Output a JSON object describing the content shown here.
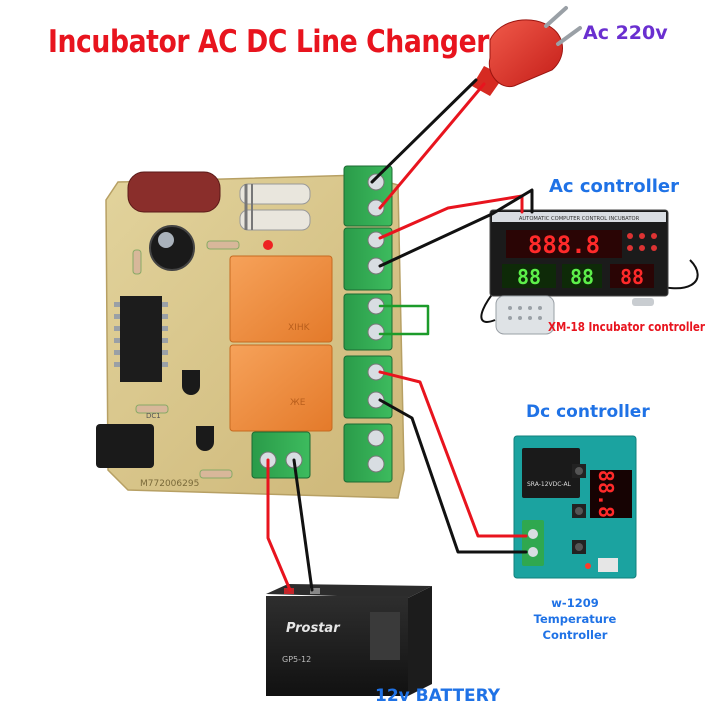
{
  "labels": {
    "title": "Incubator AC DC Line Changer",
    "ac_input": "Ac 220v",
    "ac_controller": "Ac controller",
    "ac_controller_model": "XM-18 Incubator controller",
    "dc_controller": "Dc controller",
    "dc_controller_model": "w-1209 Temperature Controller",
    "battery": "12v BATTERY"
  },
  "board": {
    "relay_mark_1": "XIHK",
    "relay_mark_2": "ЖЕ",
    "silk_code": "M772006295",
    "dc_jack": "DC1"
  },
  "xm18": {
    "header": "AUTOMATIC COMPUTER CONTROL INCUBATOR",
    "top_display": "888.8",
    "left_display": "88",
    "mid_display": "88",
    "right_display": "88"
  },
  "w1209": {
    "relay_text": "SRA-12VDC-AL",
    "display": "88.8"
  },
  "battery_print": {
    "brand": "Prostar",
    "model": "GP5-12"
  },
  "colors": {
    "title": "#e8141e",
    "label_blue": "#1f72e6",
    "label_purple": "#6a2fd0",
    "wire_red": "#e8141e",
    "wire_black": "#111111",
    "wire_green": "#1c9b2a",
    "terminal_green": "#2fa84f",
    "relay_orange": "#f08a3a",
    "pcb_tan": "#d8c48a",
    "display_red": "#ff2a2a"
  }
}
